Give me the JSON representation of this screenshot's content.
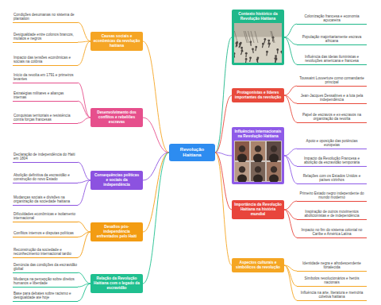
{
  "diagram": {
    "nodes": [
      {
        "text": [
          "Revolução Haitiana"
        ]
      },
      {
        "text": [
          "Causas sociais e econômicas da revolução haitiana"
        ]
      },
      {
        "text": [
          "Condições desumanas no sistema de plantation"
        ]
      },
      {
        "text": [
          "Desigualdade entre colonos brancos, mulatos e negros"
        ]
      },
      {
        "text": [
          "Impacto das tensões econômicas e sociais na colônia"
        ]
      },
      {
        "text": [
          "Desenvolvimento dos conflitos e rebeliões escravas"
        ]
      },
      {
        "text": [
          "Início da revolta em 1791 e primeiros levantes"
        ]
      },
      {
        "text": [
          "Estratégias militares e alianças internas"
        ]
      },
      {
        "text": [
          "Conquistas territoriais e resistência contra forças francesas"
        ]
      },
      {
        "text": [
          "Consequências políticas e sociais da independência"
        ]
      },
      {
        "text": [
          "Declaração de independência do Haiti em 1804"
        ]
      },
      {
        "text": [
          "Abolição definitiva da escravidão e construção do novo Estado"
        ]
      },
      {
        "text": [
          "Mudanças sociais e divisões na organização da sociedade haitiana"
        ]
      },
      {
        "text": [
          "Desafios pós-independência enfrentados pelo Haiti"
        ]
      },
      {
        "text": [
          "Dificuldades econômicas e isolamento internacional"
        ]
      },
      {
        "text": [
          "Conflitos internos e disputas políticas"
        ]
      },
      {
        "text": [
          "Reconstrução da sociedade e reconhecimento internacional tardio"
        ]
      },
      {
        "text": [
          "Relação da Revolução Haitiana com o legado da escravidão"
        ]
      },
      {
        "text": [
          "Denúncia das condições da escravidão global"
        ]
      },
      {
        "text": [
          "Mudança na percepção sobre direitos humanos e liberdade"
        ]
      },
      {
        "text": [
          "Base para debates sobre racismo e desigualdade até hoje"
        ]
      },
      {
        "text": [
          "Contexto histórico da Revolução Haitiana"
        ]
      },
      {
        "text": [
          "Colonização francesa e economia açucareira"
        ]
      },
      {
        "text": [
          "População majoritariamente escrava africana"
        ]
      },
      {
        "text": [
          "Influência das ideias iluministas e revoluções americana e francesa"
        ]
      },
      {
        "text": [
          "Protagonistas e líderes importantes da revolução"
        ]
      },
      {
        "text": [
          "Toussaint Louverture como comandante principal"
        ]
      },
      {
        "text": [
          "Jean-Jacques Dessalines e a luta pela independência"
        ]
      },
      {
        "text": [
          "Papel de escravos e ex-escravos na organização da revolta"
        ]
      },
      {
        "text": [
          "Influências internacionais na Revolução Haitiana"
        ]
      },
      {
        "text": [
          "Apoio e oposição das potências europeias"
        ]
      },
      {
        "text": [
          "Impacto da Revolução Francesa e abolição da escravidão temporária"
        ]
      },
      {
        "text": [
          "Relações com os Estados Unidos e países vizinhos"
        ]
      },
      {
        "text": [
          "Importância da Revolução Haitiana na história mundial"
        ]
      },
      {
        "text": [
          "Primeiro Estado negro independente do mundo moderno"
        ]
      },
      {
        "text": [
          "Inspiração de outros movimentos abolicionistas e de independência"
        ]
      },
      {
        "text": [
          "Impacto no fim do sistema colonial no Caribe e América Latina"
        ]
      },
      {
        "text": [
          "Aspectos culturais e simbólicos da revolução"
        ]
      },
      {
        "text": [
          "Identidade negra e afrodescendente fortalecida"
        ]
      },
      {
        "text": [
          "Símbolos revolucionários e heróis nacionais"
        ]
      },
      {
        "text": [
          "Influência na arte, literatura e memória coletiva haitiana"
        ]
      }
    ],
    "edges": [
      {
        "from": 0,
        "to": 1,
        "arrow": "none"
      },
      {
        "from": 0,
        "to": 5,
        "arrow": "none"
      },
      {
        "from": 0,
        "to": 9,
        "arrow": "none"
      },
      {
        "from": 0,
        "to": 13,
        "arrow": "none"
      },
      {
        "from": 0,
        "to": 17,
        "arrow": "none"
      },
      {
        "from": 0,
        "to": 21,
        "arrow": "none"
      },
      {
        "from": 0,
        "to": 25,
        "arrow": "none"
      },
      {
        "from": 0,
        "to": 29,
        "arrow": "none"
      },
      {
        "from": 0,
        "to": 33,
        "arrow": "none"
      },
      {
        "from": 0,
        "to": 37,
        "arrow": "none"
      },
      {
        "from": 1,
        "to": 2,
        "arrow": "none"
      },
      {
        "from": 1,
        "to": 3,
        "arrow": "none"
      },
      {
        "from": 1,
        "to": 4,
        "arrow": "none"
      },
      {
        "from": 5,
        "to": 6,
        "arrow": "none"
      },
      {
        "from": 5,
        "to": 7,
        "arrow": "none"
      },
      {
        "from": 5,
        "to": 8,
        "arrow": "none"
      },
      {
        "from": 9,
        "to": 10,
        "arrow": "none"
      },
      {
        "from": 9,
        "to": 11,
        "arrow": "none"
      },
      {
        "from": 9,
        "to": 12,
        "arrow": "none"
      },
      {
        "from": 13,
        "to": 14,
        "arrow": "none"
      },
      {
        "from": 13,
        "to": 15,
        "arrow": "none"
      },
      {
        "from": 13,
        "to": 16,
        "arrow": "none"
      },
      {
        "from": 17,
        "to": 18,
        "arrow": "none"
      },
      {
        "from": 17,
        "to": 19,
        "arrow": "none"
      },
      {
        "from": 17,
        "to": 20,
        "arrow": "none"
      },
      {
        "from": 21,
        "to": 22,
        "arrow": "none"
      },
      {
        "from": 21,
        "to": 23,
        "arrow": "none"
      },
      {
        "from": 21,
        "to": 24,
        "arrow": "none"
      },
      {
        "from": 25,
        "to": 26,
        "arrow": "none"
      },
      {
        "from": 25,
        "to": 27,
        "arrow": "none"
      },
      {
        "from": 25,
        "to": 28,
        "arrow": "none"
      },
      {
        "from": 29,
        "to": 30,
        "arrow": "none"
      },
      {
        "from": 29,
        "to": 31,
        "arrow": "none"
      },
      {
        "from": 29,
        "to": 32,
        "arrow": "none"
      },
      {
        "from": 33,
        "to": 34,
        "arrow": "none"
      },
      {
        "from": 33,
        "to": 35,
        "arrow": "none"
      },
      {
        "from": 33,
        "to": 36,
        "arrow": "none"
      },
      {
        "from": 37,
        "to": 38,
        "arrow": "none"
      },
      {
        "from": 37,
        "to": 39,
        "arrow": "none"
      },
      {
        "from": 37,
        "to": 40,
        "arrow": "none"
      }
    ]
  }
}
